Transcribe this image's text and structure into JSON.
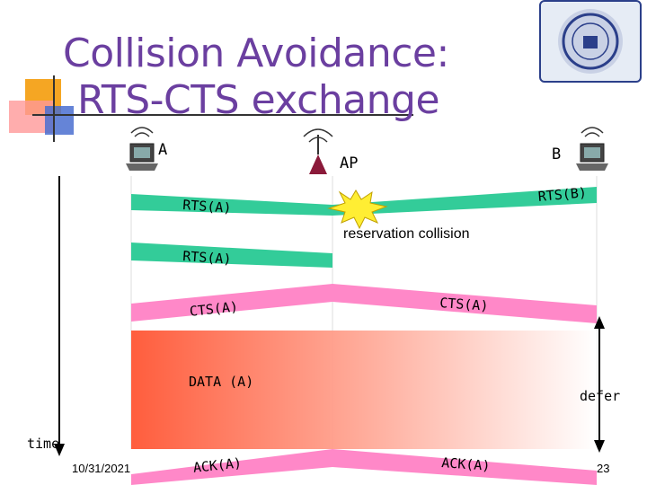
{
  "slide": {
    "title_line1": "Collision Avoidance:",
    "title_line2": "RTS-CTS exchange",
    "date": "10/31/2021",
    "page_number": "23"
  },
  "nodes": {
    "a_label": "A",
    "ap_label": "AP",
    "b_label": "B"
  },
  "messages": {
    "rts_a_1": "RTS(A)",
    "rts_b": "RTS(B)",
    "collision": "reservation collision",
    "rts_a_2": "RTS(A)",
    "cts_a_left": "CTS(A)",
    "cts_a_right": "CTS(A)",
    "data_a": "DATA (A)",
    "ack_a_left": "ACK(A)",
    "ack_a_right": "ACK(A)"
  },
  "axis": {
    "time": "time",
    "defer": "defer"
  },
  "colors": {
    "title": "#6b3fa0",
    "rts_band": "#33cc99",
    "cts_band": "#ff88c8",
    "data_band": "#ff5533",
    "collision_star": "#ffee33",
    "logo_border": "#2b3f8a"
  },
  "icons": {
    "logo": "university-seal-icon",
    "laptop": "wireless-laptop-icon",
    "access_point": "access-point-icon",
    "collision": "collision-star-icon"
  }
}
